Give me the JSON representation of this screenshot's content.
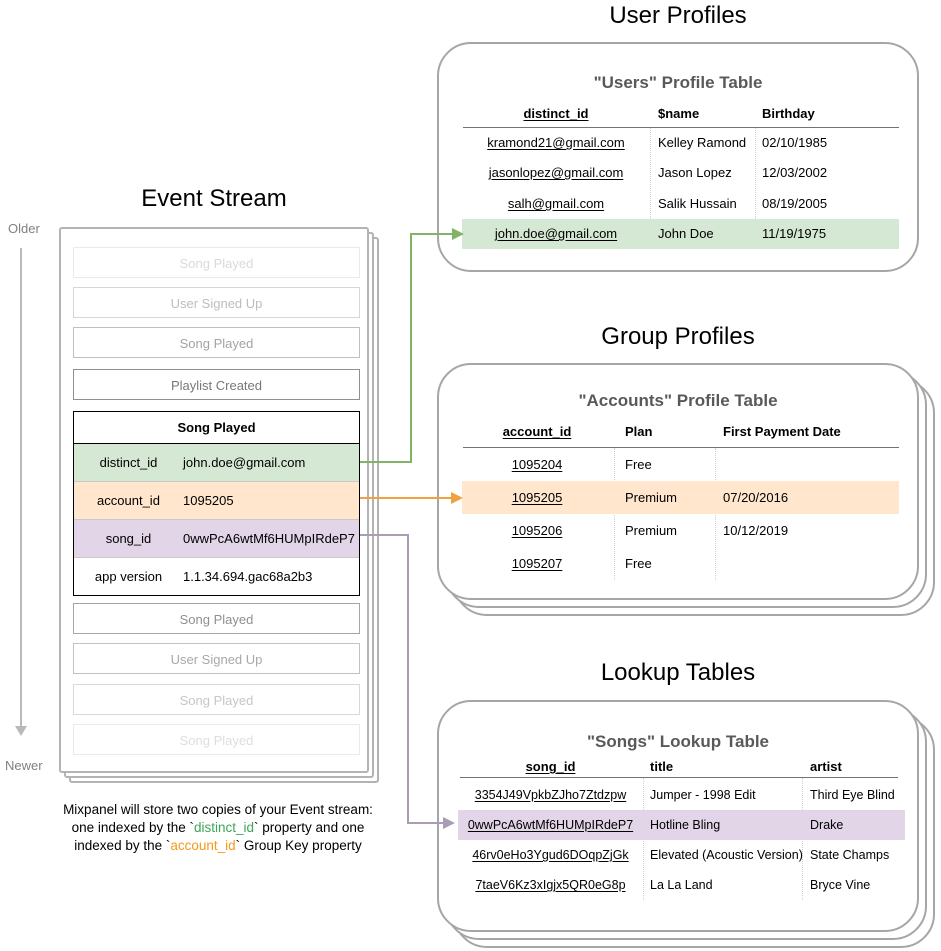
{
  "event_stream": {
    "title": "Event Stream",
    "older_label": "Older",
    "newer_label": "Newer",
    "events_before": [
      "Song Played",
      "User Signed Up",
      "Song Played",
      "Playlist Created"
    ],
    "expanded_event": {
      "title": "Song Played",
      "properties": [
        {
          "key": "distinct_id",
          "value": "john.doe@gmail.com",
          "highlight": "green"
        },
        {
          "key": "account_id",
          "value": "1095205",
          "highlight": "orange"
        },
        {
          "key": "song_id",
          "value": "0wwPcA6wtMf6HUMpIRdeP7",
          "highlight": "purple"
        },
        {
          "key": "app version",
          "value": "1.1.34.694.gac68a2b3",
          "highlight": "none"
        }
      ]
    },
    "events_after": [
      "Song Played",
      "User Signed Up",
      "Song Played",
      "Song Played"
    ]
  },
  "user_profiles": {
    "section_title": "User Profiles",
    "table_title": "\"Users\" Profile Table",
    "columns": [
      "distinct_id",
      "$name",
      "Birthday"
    ],
    "rows": [
      {
        "distinct_id": "kramond21@gmail.com",
        "name": "Kelley Ramond",
        "birthday": "02/10/1985"
      },
      {
        "distinct_id": "jasonlopez@gmail.com",
        "name": "Jason Lopez",
        "birthday": "12/03/2002"
      },
      {
        "distinct_id": "salh@gmail.com",
        "name": "Salik Hussain",
        "birthday": "08/19/2005"
      },
      {
        "distinct_id": "john.doe@gmail.com",
        "name": "John Doe",
        "birthday": "11/19/1975"
      }
    ],
    "highlighted_row_index": 3
  },
  "group_profiles": {
    "section_title": "Group Profiles",
    "table_title": "\"Accounts\" Profile Table",
    "columns": [
      "account_id",
      "Plan",
      "First Payment Date"
    ],
    "rows": [
      {
        "account_id": "1095204",
        "plan": "Free",
        "first_payment_date": ""
      },
      {
        "account_id": "1095205",
        "plan": "Premium",
        "first_payment_date": "07/20/2016"
      },
      {
        "account_id": "1095206",
        "plan": "Premium",
        "first_payment_date": "10/12/2019"
      },
      {
        "account_id": "1095207",
        "plan": "Free",
        "first_payment_date": ""
      }
    ],
    "highlighted_row_index": 1
  },
  "lookup_tables": {
    "section_title": "Lookup Tables",
    "table_title": "\"Songs\" Lookup Table",
    "columns": [
      "song_id",
      "title",
      "artist"
    ],
    "rows": [
      {
        "song_id": "3354J49VpkbZJho7Ztdzpw",
        "title": "Jumper - 1998 Edit",
        "artist": "Third Eye Blind"
      },
      {
        "song_id": "0wwPcA6wtMf6HUMpIRdeP7",
        "title": "Hotline Bling",
        "artist": "Drake"
      },
      {
        "song_id": "46rv0eHo3Ygud6DOqpZjGk",
        "title": "Elevated (Acoustic Version)",
        "artist": "State Champs"
      },
      {
        "song_id": "7taeV6Kz3xIgjx5QR0eG8p",
        "title": "La La Land",
        "artist": "Bryce Vine"
      }
    ],
    "highlighted_row_index": 1
  },
  "caption": {
    "line1": "Mixpanel will store two copies of your Event stream:",
    "line2_pre": "one indexed by the `",
    "line2_code": "distinct_id",
    "line2_post": "` property and one",
    "line3_pre": "indexed by the `",
    "line3_code": "account_id",
    "line3_post": "` Group Key property"
  },
  "colors": {
    "highlight_green": "#d5e8d4",
    "highlight_orange": "#ffe6cc",
    "highlight_purple": "#e1d5e7",
    "arrow_green": "#82b366",
    "arrow_orange": "#f0a142",
    "arrow_purple": "#ab9cb5",
    "code_green": "#3fa45b",
    "code_orange": "#f7981c",
    "panel_border": "#a6a6a6",
    "table_title_text": "#595959"
  }
}
